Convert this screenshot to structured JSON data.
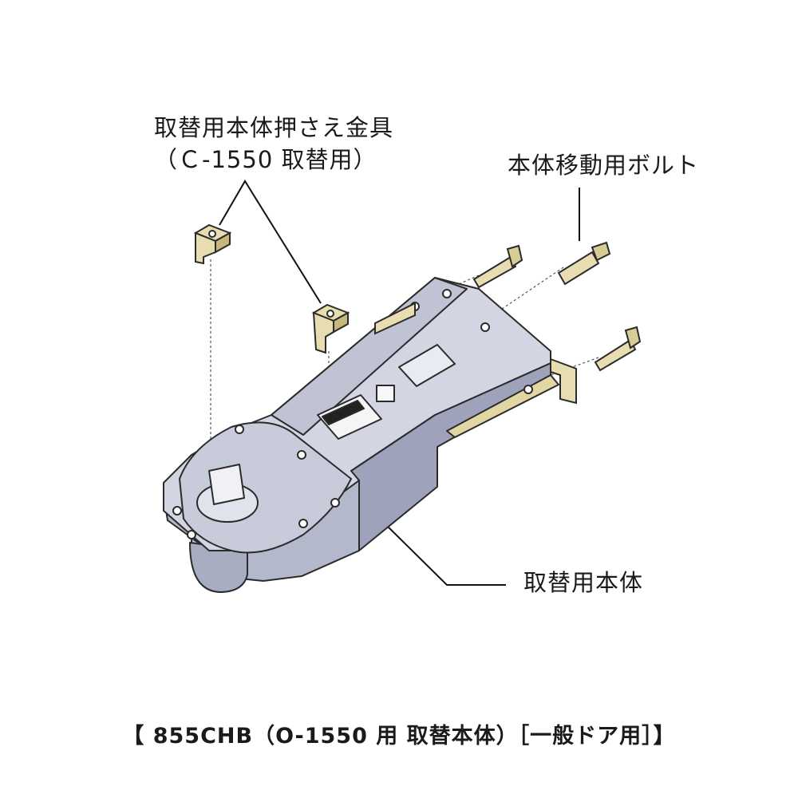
{
  "labels": {
    "retainer_line1": "取替用本体押さえ金具",
    "retainer_line2": "（Ｃ-1550 取替用）",
    "bolt": "本体移動用ボルト",
    "body": "取替用本体"
  },
  "caption": "【 855CHB（O-1550 用 取替本体）［一般ドア用］】",
  "colors": {
    "body": "#b9bdcf",
    "body_dark": "#8f93aa",
    "body_top": "#d3d6e2",
    "brass": "#e8ddb0",
    "brass_dark": "#c7b77a",
    "outline": "#2b2b2b"
  }
}
